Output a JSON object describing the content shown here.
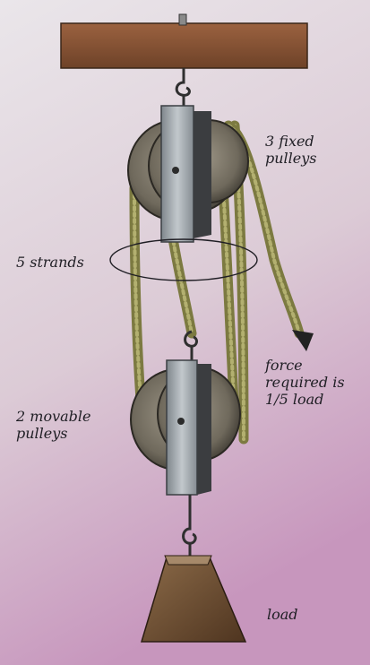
{
  "labels": {
    "fixed_pulleys": [
      "3 fixed",
      "pulleys"
    ],
    "strands": "5 strands",
    "movable_pulleys": [
      "2 movable",
      "pulleys"
    ],
    "force": [
      "force",
      "required is",
      "1/5 load"
    ],
    "load": "load"
  },
  "colors": {
    "paper_top": "#e6e2e8",
    "paper_bottom": "#c99cc0",
    "beam": "#8a5634",
    "rope": "#8c8a4e",
    "pulley_wheel": "#7a7366",
    "bracket": "#a7adb3",
    "load": "#6e4f32",
    "ink": "#1f1e24"
  },
  "icons": {
    "force_arrow": "arrow-down-icon",
    "hook": "hook-icon"
  }
}
